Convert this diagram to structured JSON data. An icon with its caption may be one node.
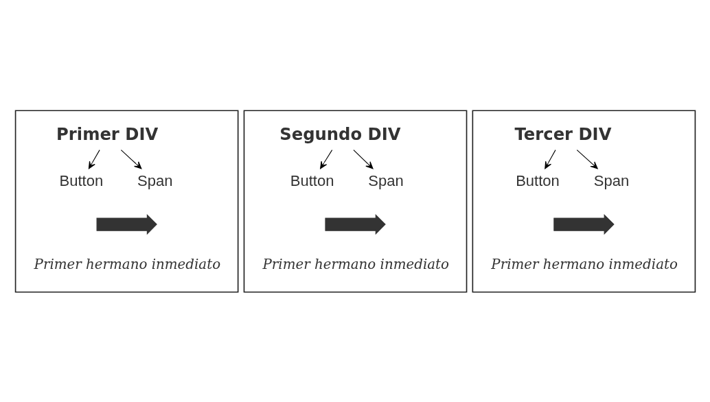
{
  "diagram": {
    "nodes": [
      {
        "text": [],
        "shape": "box"
      },
      {
        "text": [
          "Primer DIV"
        ],
        "in": 0
      },
      {
        "text": [
          "Button"
        ],
        "in": 0
      },
      {
        "text": [
          "Span"
        ],
        "in": 0
      },
      {
        "text": [],
        "shape": "arrow",
        "in": 0
      },
      {
        "text": [
          "Primer hermano inmediato"
        ],
        "in": 0
      },
      {
        "text": [],
        "shape": "box"
      },
      {
        "text": [
          "Segundo DIV"
        ],
        "in": 6
      },
      {
        "text": [
          "Button"
        ],
        "in": 6
      },
      {
        "text": [
          "Span"
        ],
        "in": 6
      },
      {
        "text": [],
        "shape": "arrow",
        "in": 6
      },
      {
        "text": [
          "Primer hermano inmediato"
        ],
        "in": 6
      },
      {
        "text": [],
        "shape": "box"
      },
      {
        "text": [
          "Tercer DIV"
        ],
        "in": 12
      },
      {
        "text": [
          "Button"
        ],
        "in": 12
      },
      {
        "text": [
          "Span"
        ],
        "in": 12
      },
      {
        "text": [],
        "shape": "arrow",
        "in": 12
      },
      {
        "text": [
          "Primer hermano inmediato"
        ],
        "in": 12
      }
    ],
    "edges": [
      {
        "from": 1,
        "to": 2,
        "arrow": "to"
      },
      {
        "from": 1,
        "to": 3,
        "arrow": "to"
      },
      {
        "from": 7,
        "to": 8,
        "arrow": "to"
      },
      {
        "from": 7,
        "to": 9,
        "arrow": "to"
      },
      {
        "from": 13,
        "to": 14,
        "arrow": "to"
      },
      {
        "from": 13,
        "to": 15,
        "arrow": "to"
      }
    ]
  }
}
